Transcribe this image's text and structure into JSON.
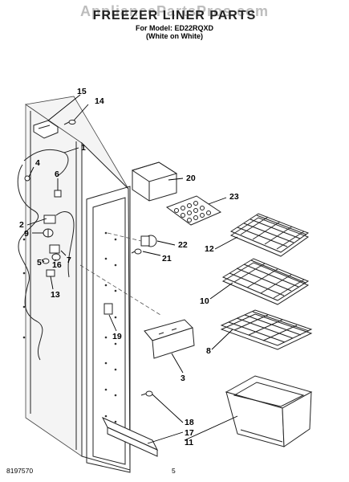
{
  "header": {
    "watermark": "AppliancePartsPros.com",
    "title": "FREEZER LINER PARTS",
    "model_line": "For Model: ED22RQXD",
    "color_line": "(White on White)"
  },
  "callouts": [
    "15",
    "14",
    "1",
    "4",
    "6",
    "20",
    "23",
    "2",
    "9",
    "22",
    "12",
    "5",
    "16",
    "7",
    "21",
    "13",
    "10",
    "19",
    "8",
    "3",
    "18",
    "17",
    "11"
  ],
  "footer": {
    "doc_number": "8197570",
    "page_number": "5"
  }
}
